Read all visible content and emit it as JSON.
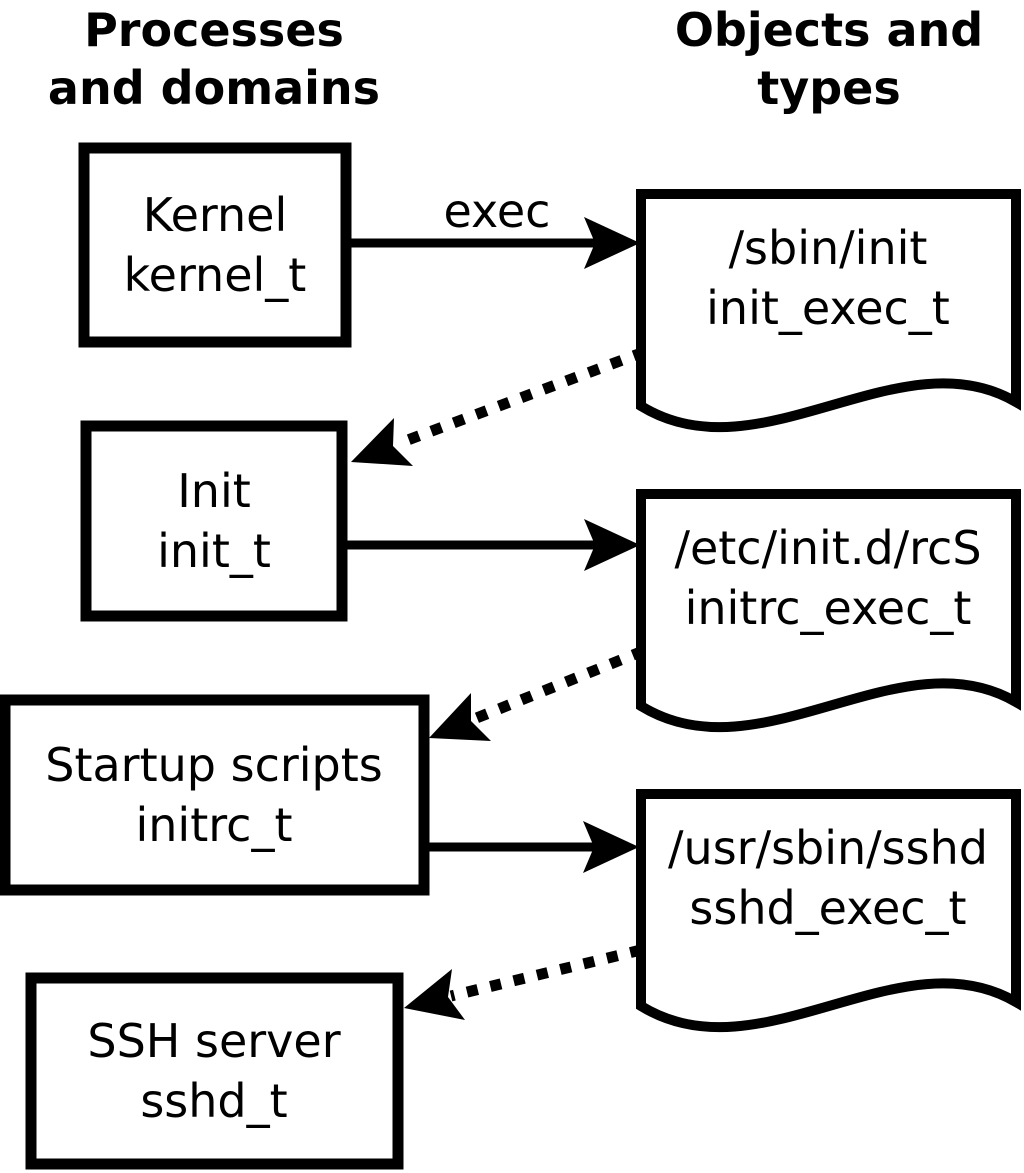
{
  "diagram": {
    "left_column_header": {
      "line1": "Processes",
      "line2": "and domains"
    },
    "right_column_header": {
      "line1": "Objects and",
      "line2": "types"
    },
    "process_nodes": [
      {
        "label": "Kernel",
        "type": "kernel_t"
      },
      {
        "label": "Init",
        "type": "init_t"
      },
      {
        "label": "Startup scripts",
        "type": "initrc_t"
      },
      {
        "label": "SSH server",
        "type": "sshd_t"
      }
    ],
    "object_nodes": [
      {
        "path": "/sbin/init",
        "type": "init_exec_t"
      },
      {
        "path": "/etc/init.d/rcS",
        "type": "initrc_exec_t"
      },
      {
        "path": "/usr/sbin/sshd",
        "type": "sshd_exec_t"
      }
    ],
    "edge_labels": {
      "exec": "exec"
    },
    "colors": {
      "ink": "#000000",
      "background": "#ffffff"
    }
  }
}
